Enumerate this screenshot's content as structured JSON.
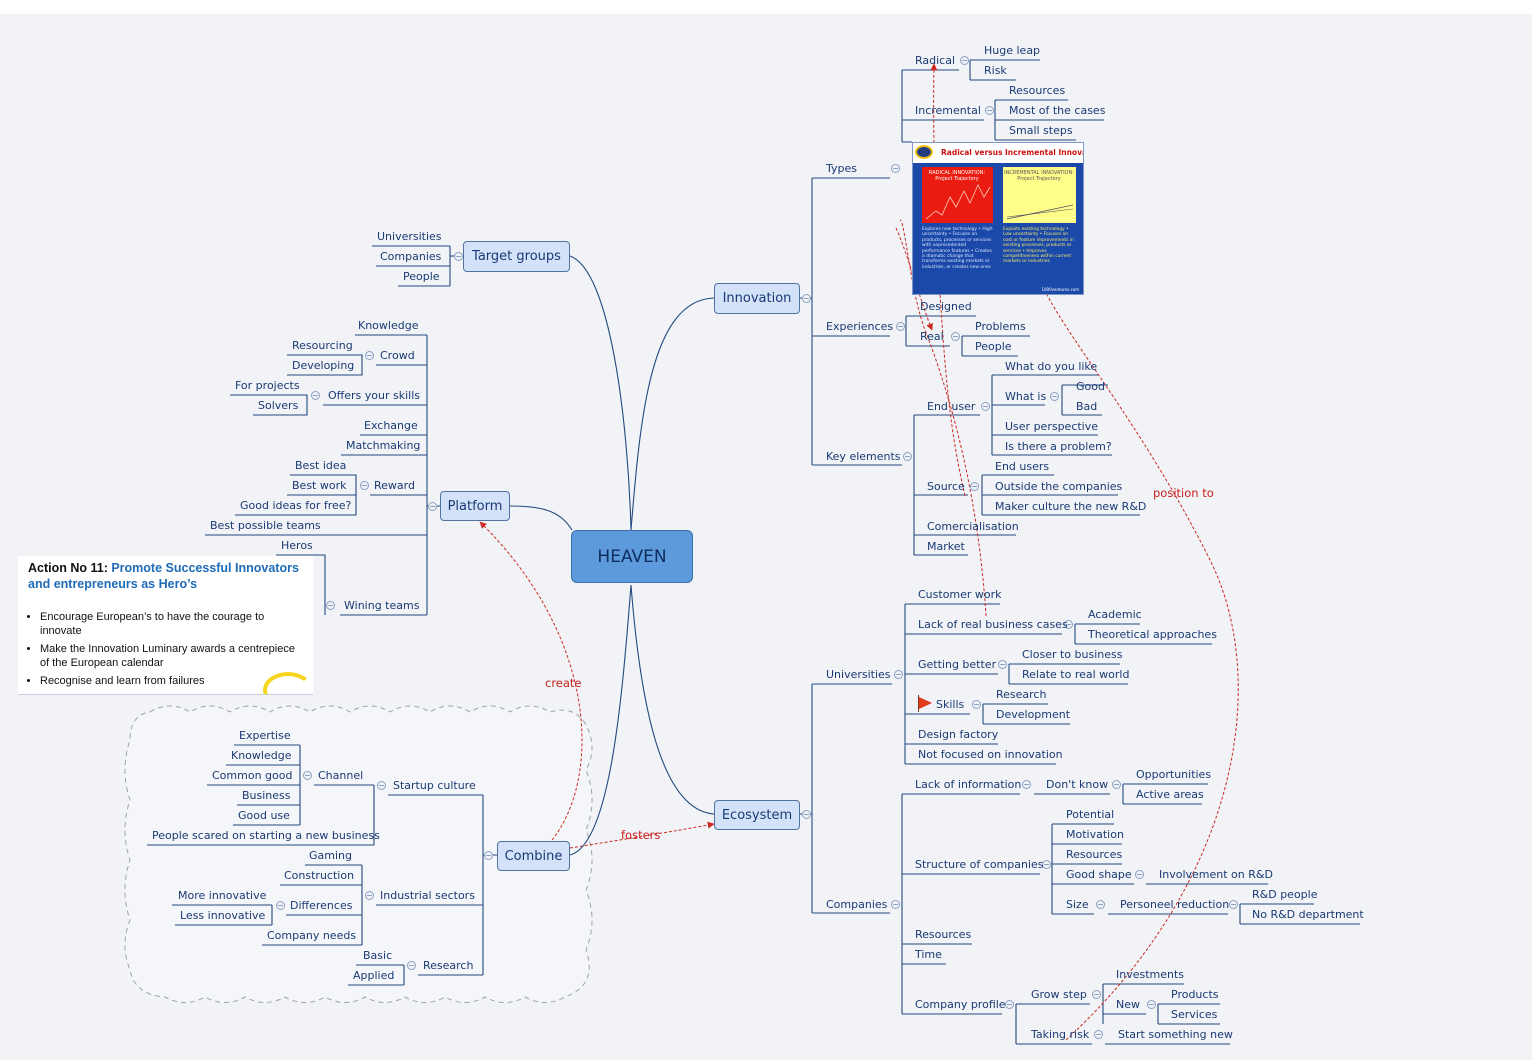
{
  "central": "HEAVEN",
  "branches": {
    "innovation": "Innovation",
    "ecosystem": "Ecosystem",
    "target_groups": "Target groups",
    "platform": "Platform",
    "combine": "Combine"
  },
  "innovation": {
    "types": "Types",
    "radical": "Radical",
    "huge_leap": "Huge leap",
    "risk": "Risk",
    "incremental": "Incremental",
    "resources": "Resources",
    "most_cases": "Most of the cases",
    "small_steps": "Small steps",
    "experiences": "Experiences",
    "designed": "Designed",
    "real": "Real",
    "problems": "Problems",
    "people": "People",
    "key_elements": "Key elements",
    "end_user": "End user",
    "what_do_you_like": "What do you like",
    "what_is": "What is",
    "good": "Good",
    "bad": "Bad",
    "user_perspective": "User perspective",
    "is_there_problem": "Is there a problem?",
    "source": "Source",
    "end_users": "End users",
    "outside_companies": "Outside the companies",
    "maker_culture": "Maker culture the new R&D",
    "commercialisation": "Comercialisation",
    "market": "Market"
  },
  "thumbnail": {
    "title": "Radical versus Incremental Innovation",
    "radical_caption": "RADICAL INNOVATION: Project Trajectory",
    "incremental_caption": "INCREMENTAL INNOVATION: Project Trajectory",
    "radical_points": "Explores new technology • High uncertainty • Focuses on products, processes or services with unprecedented performance features • Creates a dramatic change that transforms existing markets or industries, or creates new ones",
    "incremental_points": "Exploits existing technology • Low uncertainty • Focuses on cost or feature improvements in existing processes, products or services • Improves competitiveness within current markets or industries",
    "footer": "1000ventures.com"
  },
  "ecosystem": {
    "universities": "Universities",
    "customer_work": "Customer work",
    "lack_cases": "Lack of real business cases",
    "academic": "Academic",
    "theoretical": "Theoretical approaches",
    "getting_better": "Getting better",
    "closer": "Closer to business",
    "relate": "Relate to real world",
    "skills": "Skills",
    "research": "Research",
    "development": "Development",
    "design_factory": "Design factory",
    "not_focused": "Not focused on innovation",
    "companies": "Companies",
    "lack_info": "Lack of information",
    "dont_know": "Don't know",
    "opportunities": "Opportunities",
    "active_areas": "Active areas",
    "structure": "Structure of companies",
    "potential": "Potential",
    "motivation": "Motivation",
    "resources": "Resources",
    "good_shape": "Good shape",
    "involvement": "Involvement on R&D",
    "size": "Size",
    "personeel": "Personeel reduction",
    "rd_people": "R&D people",
    "no_rd": "No R&D department",
    "resources2": "Resources",
    "time": "Time",
    "company_profile": "Company profile",
    "grow_step": "Grow step",
    "investments": "Investments",
    "new": "New",
    "products": "Products",
    "services": "Services",
    "taking_risk": "Taking risk",
    "start_new": "Start something new"
  },
  "target_groups": {
    "universities": "Universities",
    "companies": "Companies",
    "people": "People"
  },
  "platform": {
    "knowledge": "Knowledge",
    "crowd": "Crowd",
    "resourcing": "Resourcing",
    "developing": "Developing",
    "offers": "Offers your skills",
    "for_projects": "For projects",
    "solvers": "Solvers",
    "exchange": "Exchange",
    "matchmaking": "Matchmaking",
    "reward": "Reward",
    "best_idea": "Best idea",
    "best_work": "Best work",
    "good_ideas_free": "Good ideas for free?",
    "best_teams": "Best possible teams",
    "heros": "Heros",
    "wining_teams": "Wining teams"
  },
  "note": {
    "prefix": "Action No 11: ",
    "highlight": "Promote Successful Innovators and entrepreneurs as Hero’s",
    "bullets": [
      "Encourage European’s to have the courage to innovate",
      "Make the Innovation Luminary awards a centrepiece of the European calendar",
      "Recognise and learn from failures"
    ]
  },
  "combine": {
    "startup_culture": "Startup culture",
    "channel": "Channel",
    "expertise": "Expertise",
    "knowledge": "Knowledge",
    "common_good": "Common good",
    "business": "Business",
    "good_use": "Good use",
    "people_scared": "People scared on starting a new business",
    "industrial": "Industrial sectors",
    "gaming": "Gaming",
    "construction": "Construction",
    "differences": "Differences",
    "more_innovative": "More innovative",
    "less_innovative": "Less innovative",
    "company_needs": "Company needs",
    "research": "Research",
    "basic": "Basic",
    "applied": "Applied"
  },
  "relations": {
    "create": "create",
    "fosters": "fosters",
    "position_to": "position to"
  },
  "colors": {
    "branch_line": "#23497f",
    "relation": "#cc2a22",
    "central_fill": "#5c9adc",
    "node_fill": "#d3e2f8"
  }
}
